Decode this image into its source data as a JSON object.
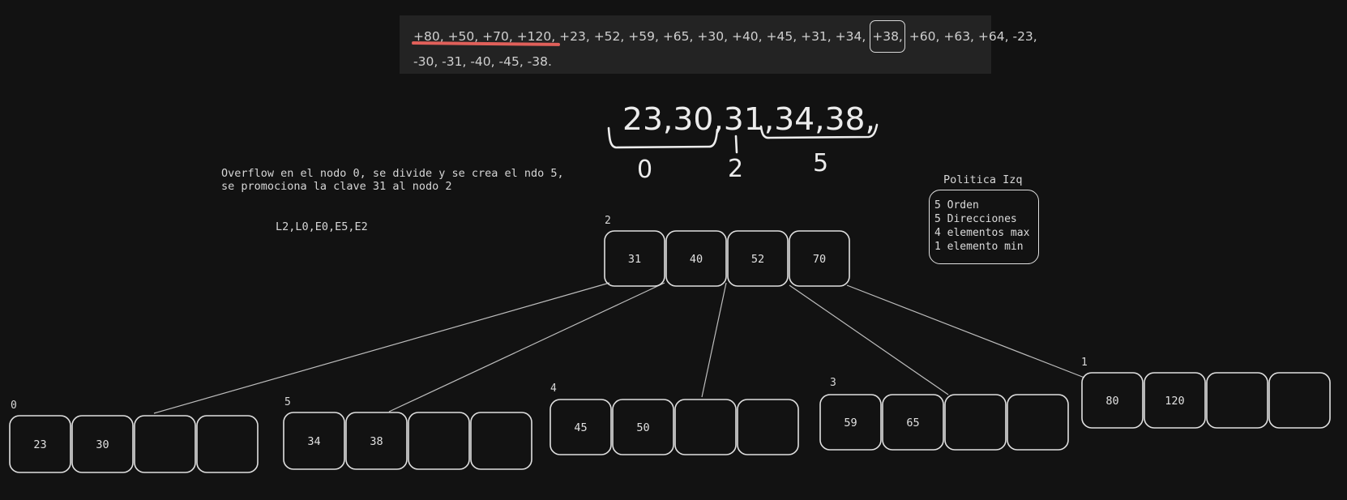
{
  "sequence": {
    "highlighted_prefix": "+80, +50, +70, +120,",
    "middle": " +23, +52, +59, +65, +30, +40, +45, +31, +34, ",
    "boxed_item": "+38,",
    "line1_rest": " +60, +63, +64, -23,",
    "line2": "-30, -31, -40, -45, -38."
  },
  "handwritten": {
    "values": "23,30,31,34,38,",
    "group_labels": [
      "0",
      "2",
      "5"
    ]
  },
  "notes": {
    "overflow_line1": "Overflow en el nodo 0, se divide y se crea el ndo 5,",
    "overflow_line2": "se promociona la clave 31 al nodo 2",
    "ops": "L2,L0,E0,E5,E2"
  },
  "policy": {
    "title": "Politica Izq",
    "lines": [
      "5 Orden",
      "5 Direcciones",
      "4 elementos max",
      "1 elemento min"
    ]
  },
  "tree": {
    "root": {
      "id": "2",
      "keys": [
        "31",
        "40",
        "52",
        "70"
      ]
    },
    "children": [
      {
        "id": "0",
        "keys": [
          "23",
          "30",
          "",
          ""
        ]
      },
      {
        "id": "5",
        "keys": [
          "34",
          "38",
          "",
          ""
        ]
      },
      {
        "id": "4",
        "keys": [
          "45",
          "50",
          "",
          ""
        ]
      },
      {
        "id": "3",
        "keys": [
          "59",
          "65",
          "",
          ""
        ]
      },
      {
        "id": "1",
        "keys": [
          "80",
          "120",
          "",
          ""
        ]
      }
    ]
  },
  "colors": {
    "background": "#121212",
    "stroke": "#e0e0e0",
    "highlight": "#e0605a",
    "sequence_bg": "#232323"
  }
}
